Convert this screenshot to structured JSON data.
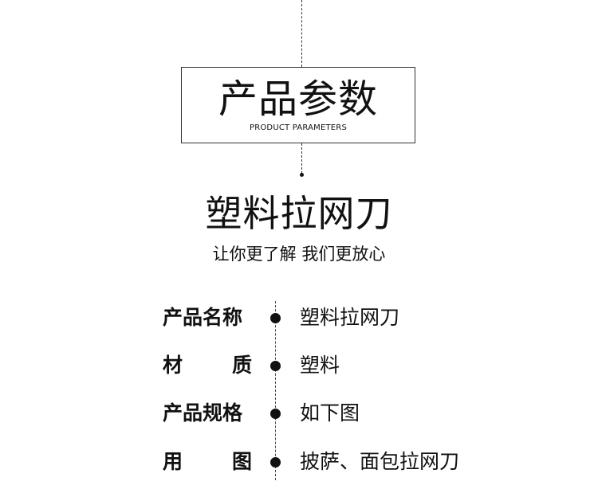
{
  "header": {
    "title": "产品参数",
    "subtitle": "PRODUCT PARAMETERS"
  },
  "product": {
    "name": "塑料拉网刀",
    "tagline": "让你更了解 我们更放心"
  },
  "params": [
    {
      "label": "产品名称",
      "value": "塑料拉网刀"
    },
    {
      "label": "材 质",
      "value": "塑料"
    },
    {
      "label": "产品规格",
      "value": "如下图"
    },
    {
      "label": "用 图",
      "value": "披萨、面包拉网刀"
    }
  ]
}
